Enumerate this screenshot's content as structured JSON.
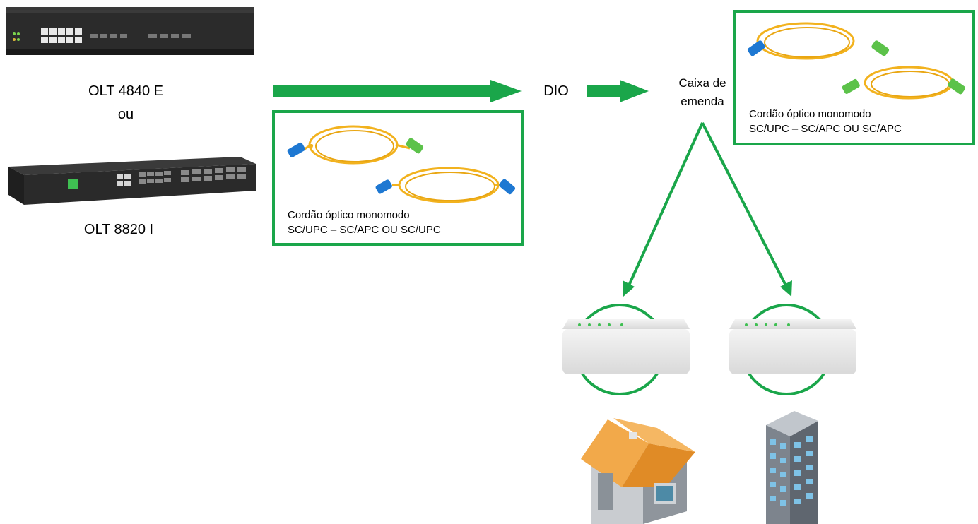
{
  "devices": {
    "olt_a": "OLT 4840 E",
    "or": "ou",
    "olt_b": "OLT 8820 I"
  },
  "nodes": {
    "dio": "DIO",
    "splice_box_line1": "Caixa de",
    "splice_box_line2": "emenda"
  },
  "cords": {
    "left": {
      "line1": "Cordão óptico monomodo",
      "line2": "SC/UPC – SC/APC OU SC/UPC"
    },
    "right": {
      "line1": "Cordão óptico monomodo",
      "line2": "SC/UPC – SC/APC OU SC/APC"
    }
  },
  "colors": {
    "arrow_green": "#1aa64a",
    "fiber_yellow": "#f2b21e",
    "connector_blue": "#1e78d2",
    "connector_green": "#5cc24a"
  },
  "icons": [
    "olt-device-icon",
    "onu-router-icon",
    "house-icon",
    "building-icon",
    "fiber-cord-icon"
  ]
}
